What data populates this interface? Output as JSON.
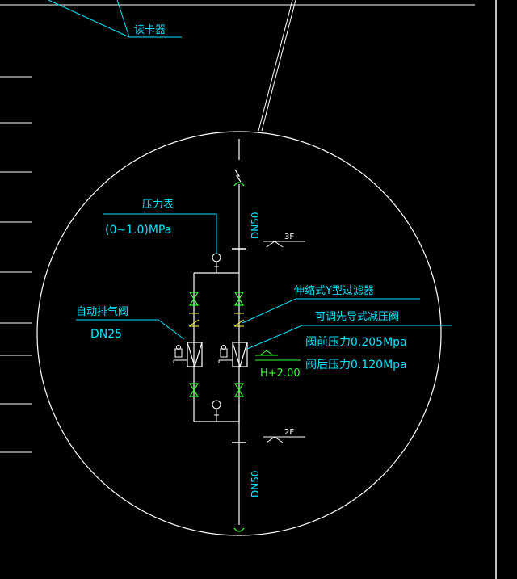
{
  "labels": {
    "card_reader": "读卡器",
    "pressure_gauge": "压力表",
    "pressure_range": "(0~1.0)MPa",
    "pipe_top": "DN50",
    "pipe_bottom": "DN50",
    "floor_upper": "3F",
    "floor_lower": "2F",
    "y_filter": "伸缩式Y型过滤器",
    "relief_valve": "可调先导式减压阀",
    "pressure_before": "阀前压力0.205Mpa",
    "pressure_after": "阀后压力0.120Mpa",
    "elevation": "H+2.00",
    "air_valve": "自动排气阀",
    "air_valve_size": "DN25"
  },
  "colors": {
    "line": "#ffffff",
    "text_cyan": "#00e5ff",
    "pipe_green": "#33ff33",
    "background": "#000000"
  }
}
